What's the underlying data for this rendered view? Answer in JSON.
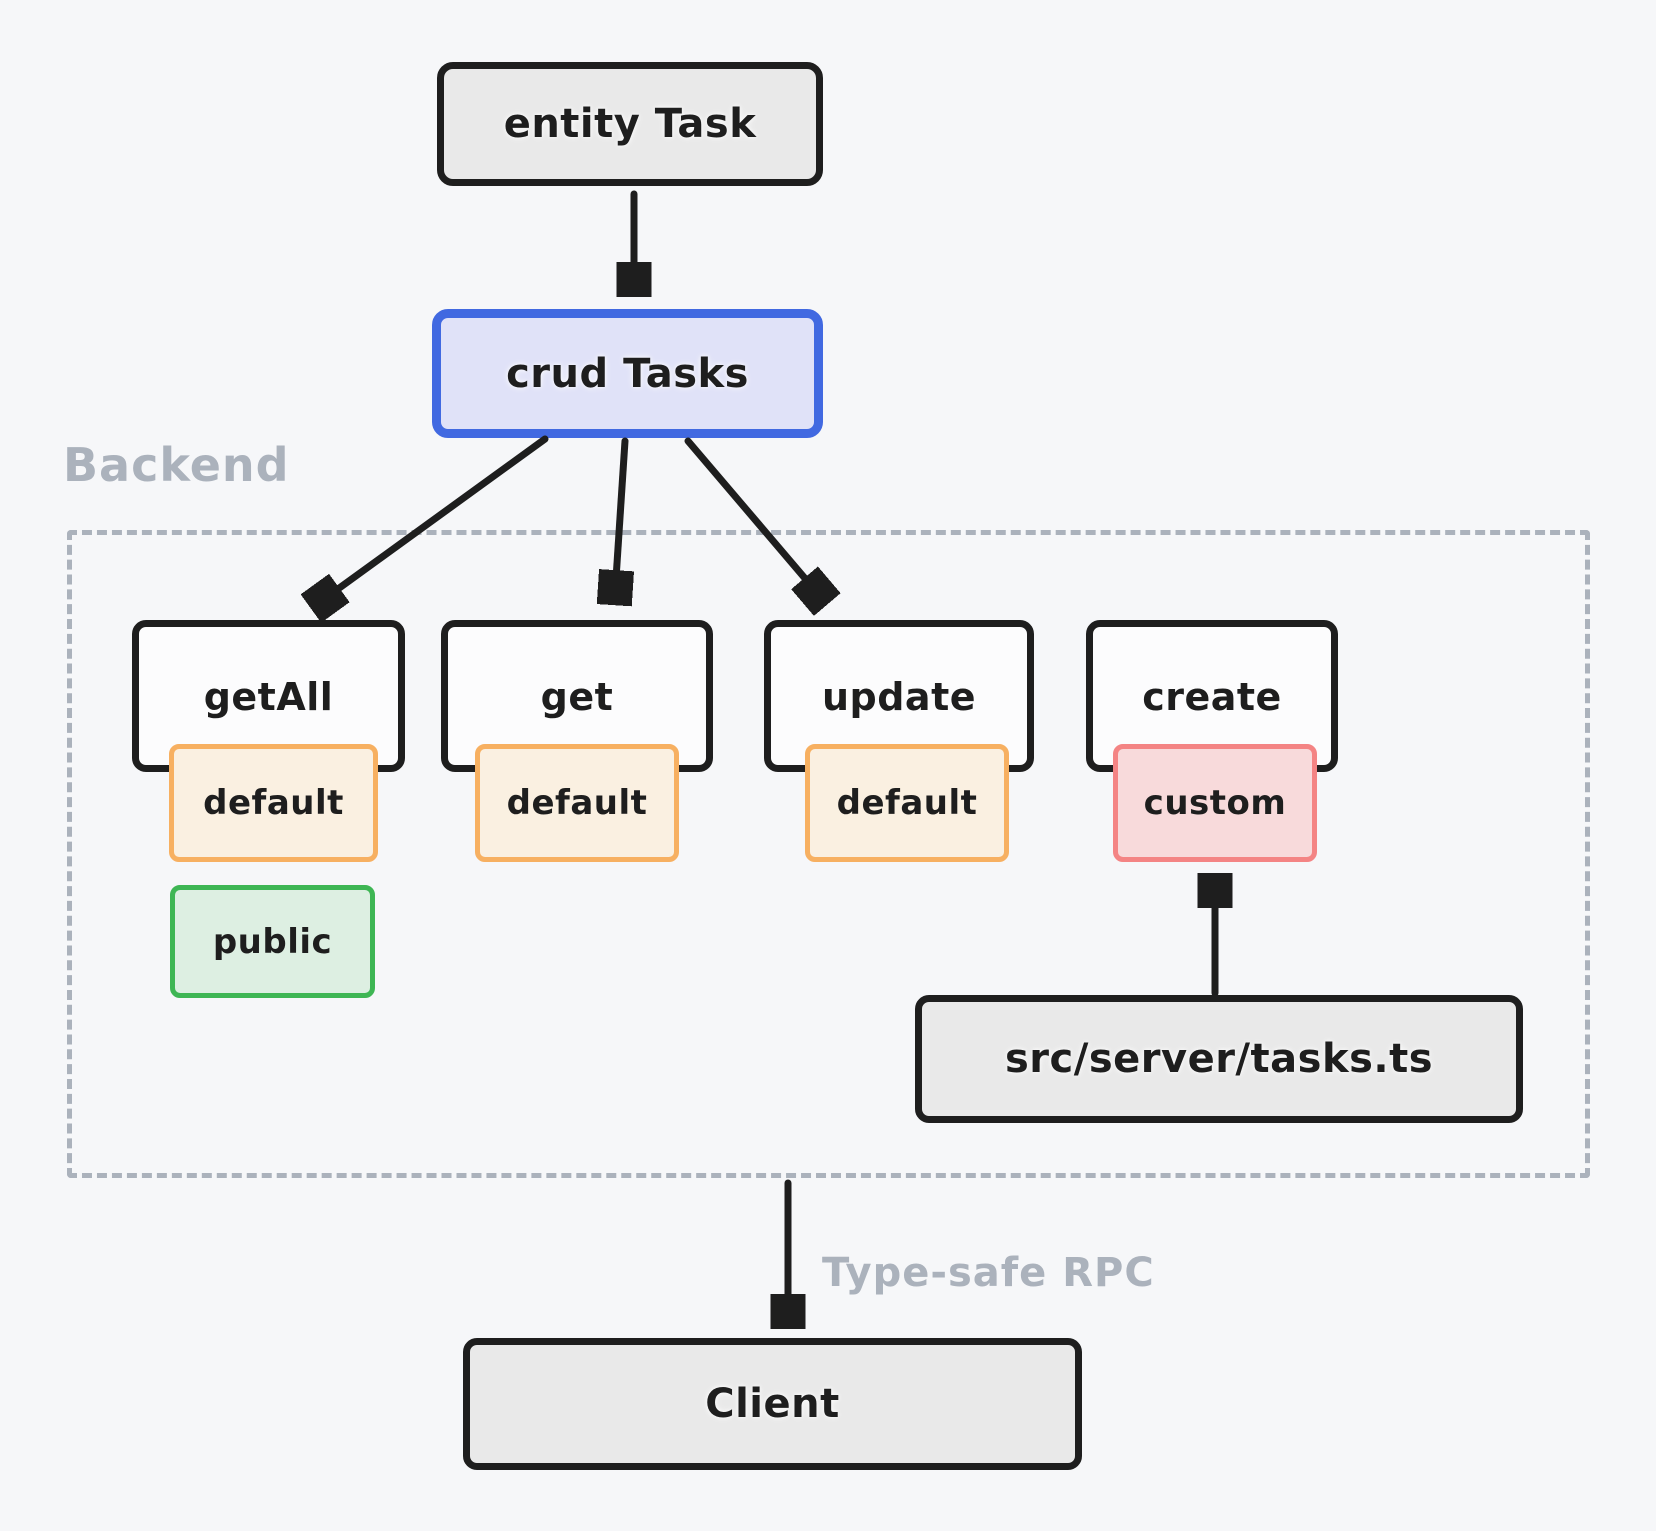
{
  "colors": {
    "background": "#f6f7f9",
    "stroke_dark": "#1e1e1e",
    "fill_gray": "#e9e9e9",
    "fill_white": "#fcfcfd",
    "crud_stroke": "#4169e1",
    "crud_fill": "#e0e2f8",
    "default_stroke": "#f7b061",
    "default_fill": "#faf0e1",
    "custom_stroke": "#f48484",
    "custom_fill": "#f8dadb",
    "public_stroke": "#3eb654",
    "public_fill": "#ddefe2",
    "muted": "#abb2bc"
  },
  "nodes": {
    "entity": {
      "label": "entity Task"
    },
    "crud": {
      "label": "crud Tasks"
    },
    "tasks_file": {
      "label": "src/server/tasks.ts"
    },
    "client": {
      "label": "Client"
    }
  },
  "backend": {
    "label": "Backend",
    "methods": [
      {
        "label": "getAll",
        "badge": "default",
        "extra_badge": "public"
      },
      {
        "label": "get",
        "badge": "default"
      },
      {
        "label": "update",
        "badge": "default"
      },
      {
        "label": "create",
        "badge": "custom"
      }
    ]
  },
  "edges": {
    "rpc_label": "Type-safe RPC"
  }
}
